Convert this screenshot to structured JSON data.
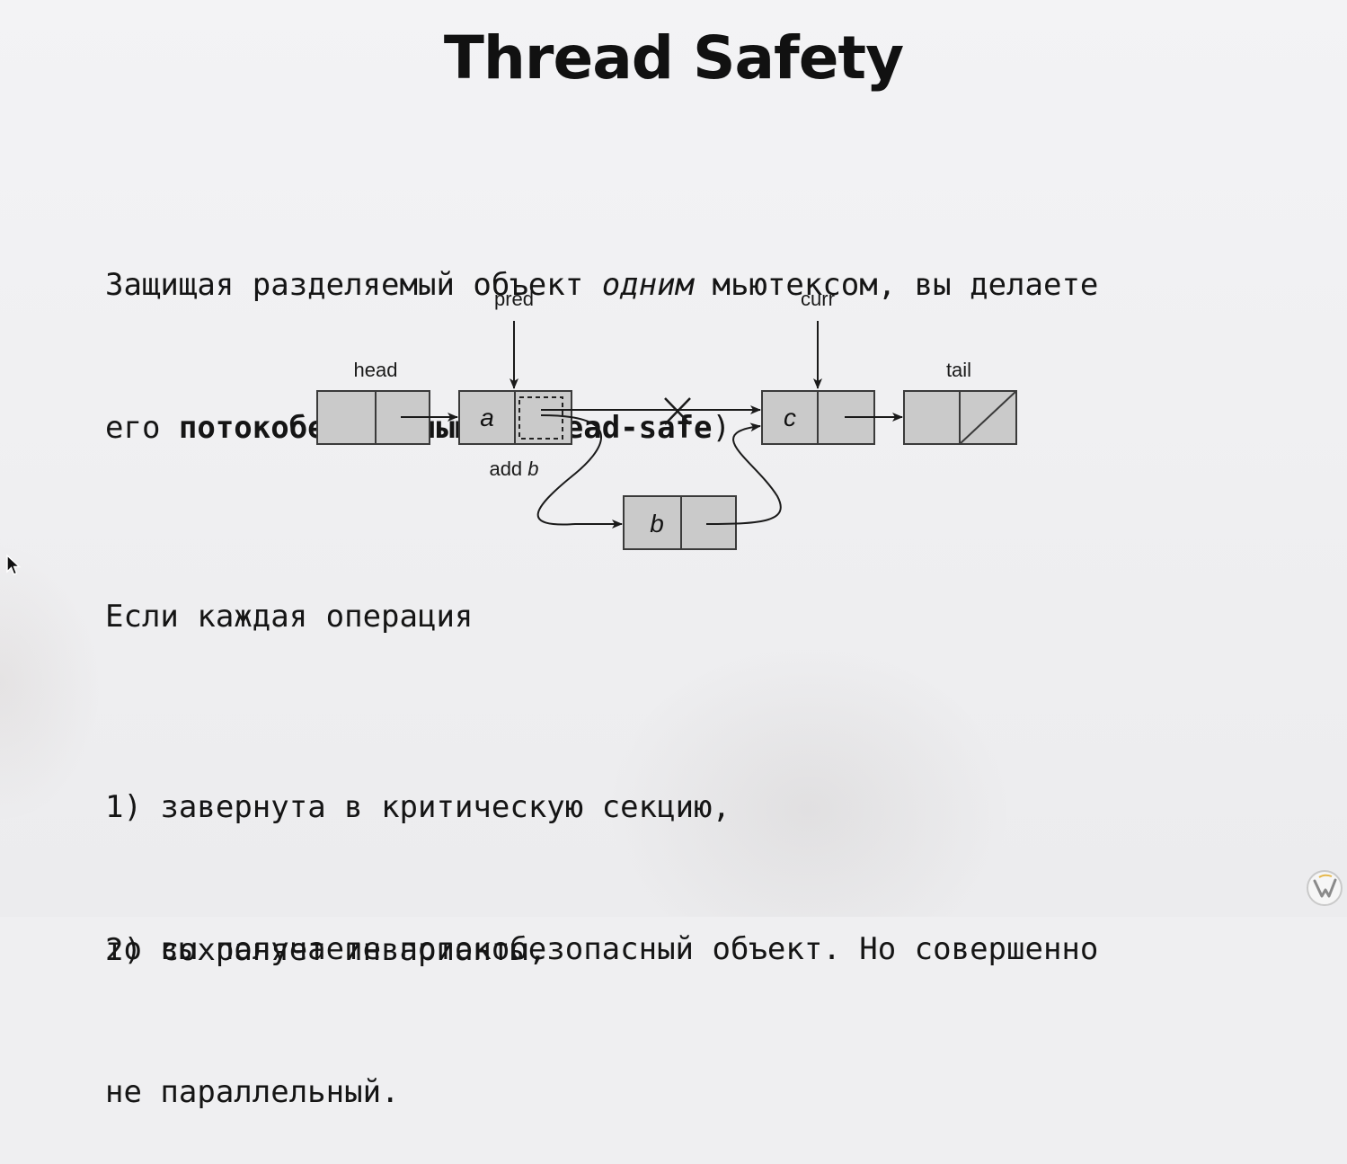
{
  "slide": {
    "title": "Thread Safety",
    "intro": {
      "line1": {
        "before": "Защищая разделяемый объект ",
        "emphasis": "одним",
        "after": " мьютексом, вы делаете"
      },
      "line2": {
        "before": "его ",
        "bold_term": "потокобезопасным",
        "paren_open": " (",
        "bold_english": "thread-safe",
        "paren_close": ")"
      }
    },
    "condition_intro": "Если каждая операция",
    "conditions": [
      {
        "marker": "1)",
        "text": "завернута в критическую секцию,"
      },
      {
        "marker": "2)",
        "text": "сохраняет инварианты,"
      }
    ],
    "conclusion": {
      "line1": "то вы получаете потокобезопасный объект. Но совершенно",
      "line2": "не параллельный."
    }
  },
  "diagram": {
    "pointer_labels": {
      "pred": "pred",
      "curr": "curr"
    },
    "nodes": {
      "head": {
        "label": "head",
        "value": ""
      },
      "a": {
        "label": "",
        "value": "a"
      },
      "c": {
        "label": "",
        "value": "c"
      },
      "tail": {
        "label": "tail",
        "value": ""
      },
      "b": {
        "label": "",
        "value": "b"
      }
    },
    "operation": {
      "prefix": "add ",
      "var": "b"
    },
    "colors": {
      "node_fill": "#cacaca",
      "node_stroke": "#3a3a3a",
      "line": "#1a1a1a"
    }
  },
  "icons": [
    "mouse-cursor-icon",
    "logo-watermark-icon"
  ]
}
